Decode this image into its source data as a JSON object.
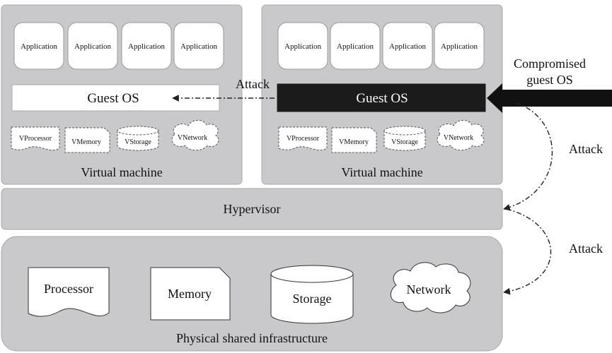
{
  "vm_left": {
    "apps": [
      "Application",
      "Application",
      "Application",
      "Application"
    ],
    "guest_os": "Guest OS",
    "resources": [
      "VProcessor",
      "VMemory",
      "VStorage",
      "VNetwork"
    ],
    "label": "Virtual machine"
  },
  "vm_right": {
    "apps": [
      "Application",
      "Application",
      "Application",
      "Application"
    ],
    "guest_os": "Guest OS",
    "resources": [
      "VProcessor",
      "VMemory",
      "VStorage",
      "VNetwork"
    ],
    "label": "Virtual machine"
  },
  "hypervisor": {
    "label": "Hypervisor"
  },
  "infrastructure": {
    "resources": [
      "Processor",
      "Memory",
      "Storage",
      "Network"
    ],
    "label": "Physical shared infrastructure"
  },
  "attacks": {
    "horizontal": "Attack",
    "to_hypervisor": "Attack",
    "to_infrastructure": "Attack"
  },
  "compromised": {
    "line1": "Compromised",
    "line2": "guest OS"
  },
  "colors": {
    "panel_fill": "#c9c9cb",
    "panel_stroke": "#a9a9ab",
    "compromised_os_fill": "#1b1b1b",
    "box_fill": "#ffffff"
  }
}
